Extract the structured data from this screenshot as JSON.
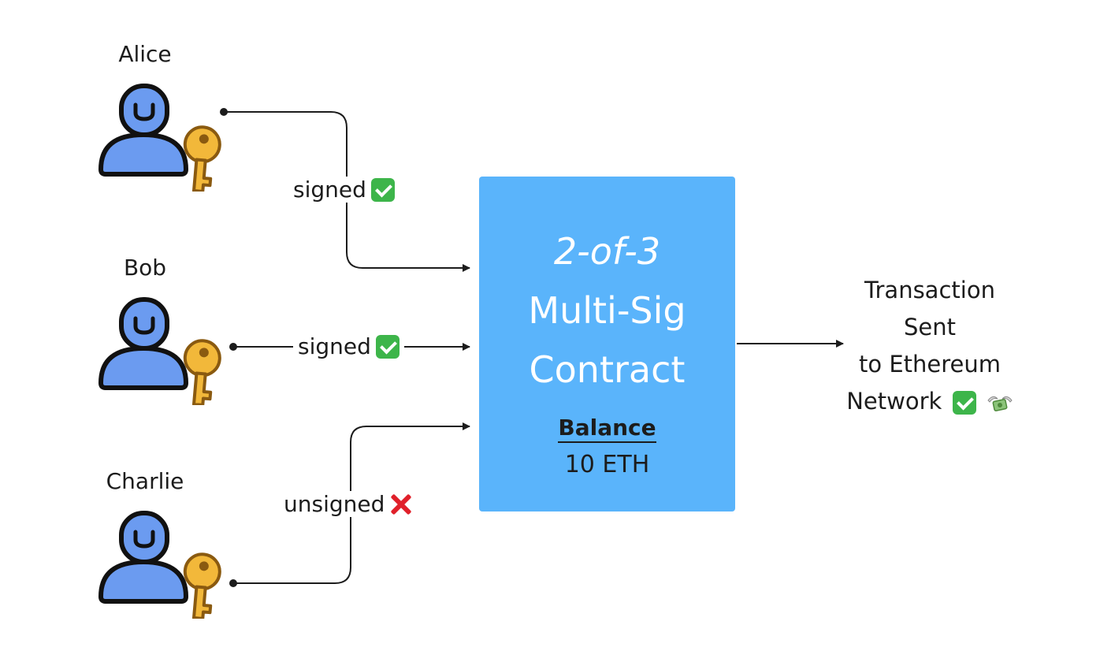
{
  "signers": [
    {
      "name": "Alice",
      "status": "signed"
    },
    {
      "name": "Bob",
      "status": "signed"
    },
    {
      "name": "Charlie",
      "status": "unsigned"
    }
  ],
  "contract": {
    "threshold": "2-of-3",
    "title_line1": "Multi-Sig",
    "title_line2": "Contract",
    "balance_label": "Balance",
    "balance_value": "10 ETH"
  },
  "result": {
    "line1": "Transaction",
    "line2": "Sent",
    "line3": "to Ethereum",
    "line4": "Network"
  },
  "icons": {
    "signer": "user-icon",
    "key": "key-icon",
    "signed": "check-mark-icon",
    "unsigned": "cross-mark-icon",
    "money": "money-with-wings-icon"
  },
  "colors": {
    "contract_fill": "#5ab4fb",
    "avatar_fill": "#6b9bf0",
    "key_fill": "#f2b83a",
    "check": "#3db54a",
    "cross": "#e0202a"
  }
}
